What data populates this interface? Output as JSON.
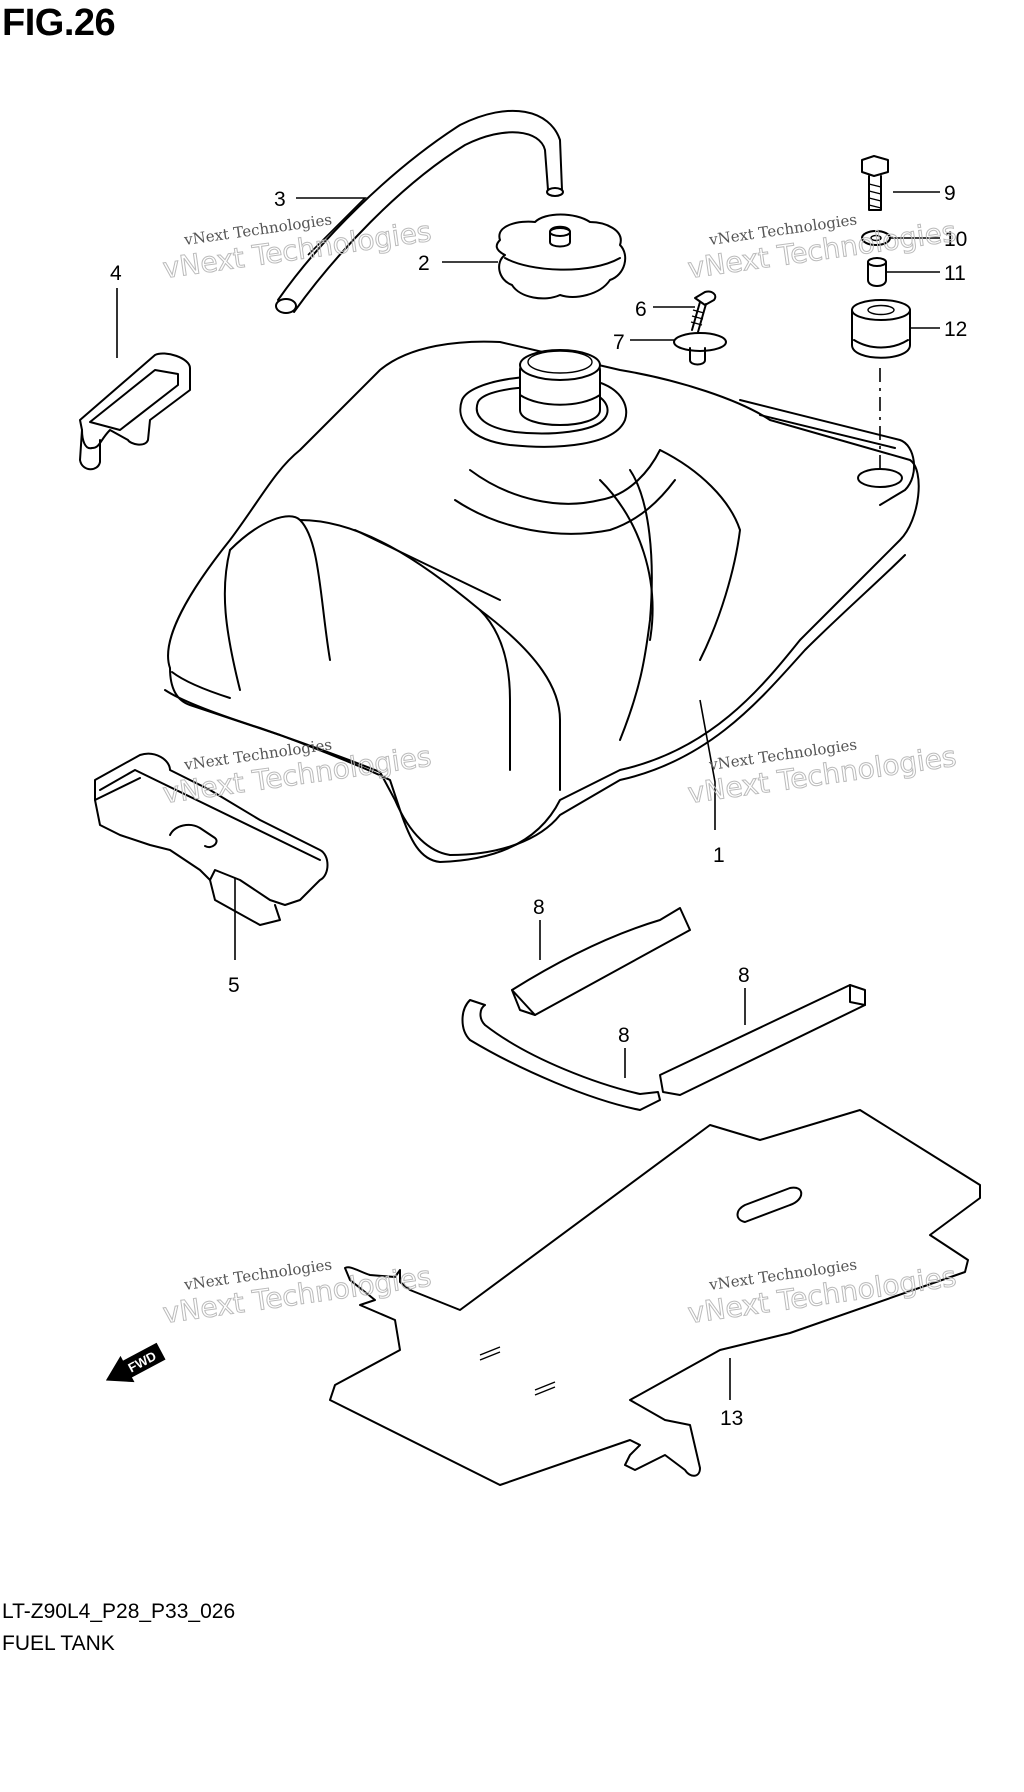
{
  "figure": {
    "title": "FIG.26",
    "code": "LT-Z90L4_P28_P33_026",
    "description": "FUEL TANK"
  },
  "parts": [
    {
      "ref": "1"
    },
    {
      "ref": "2"
    },
    {
      "ref": "3"
    },
    {
      "ref": "4"
    },
    {
      "ref": "5"
    },
    {
      "ref": "6"
    },
    {
      "ref": "7"
    },
    {
      "ref": "8"
    },
    {
      "ref": "9"
    },
    {
      "ref": "10"
    },
    {
      "ref": "11"
    },
    {
      "ref": "12"
    },
    {
      "ref": "13"
    }
  ],
  "watermark": {
    "line1": "vNext Technologies",
    "line2": "vNext Technologies"
  },
  "fwd_arrow": {
    "label": "FWD"
  }
}
